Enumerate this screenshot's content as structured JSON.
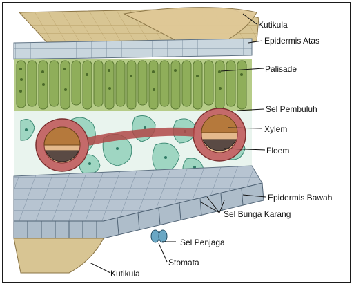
{
  "diagram": {
    "labels": {
      "kutikula_top": "Kutikula",
      "epidermis_atas": "Epidermis Atas",
      "palisade": "Palisade",
      "sel_pembuluh": "Sel Pembuluh",
      "xylem": "Xylem",
      "floem": "Floem",
      "epidermis_bawah": "Epidermis Bawah",
      "sel_bunga_karang": "Sel Bunga Karang",
      "sel_penjaga": "Sel Penjaga",
      "stomata": "Stomata",
      "kutikula_bottom": "Kutikula"
    },
    "colors": {
      "cuticle": "#d9c08f",
      "epidermis": "#c9d6de",
      "palisade": "#a8c07a",
      "palisade_dark": "#6f8a48",
      "spongy": "#9fd6c2",
      "vascular_ring": "#c46a6a",
      "xylem": "#b5793c",
      "phloem": "#5a4a44",
      "lower_tissue": "#b9c7d4",
      "leader": "#111111"
    }
  }
}
